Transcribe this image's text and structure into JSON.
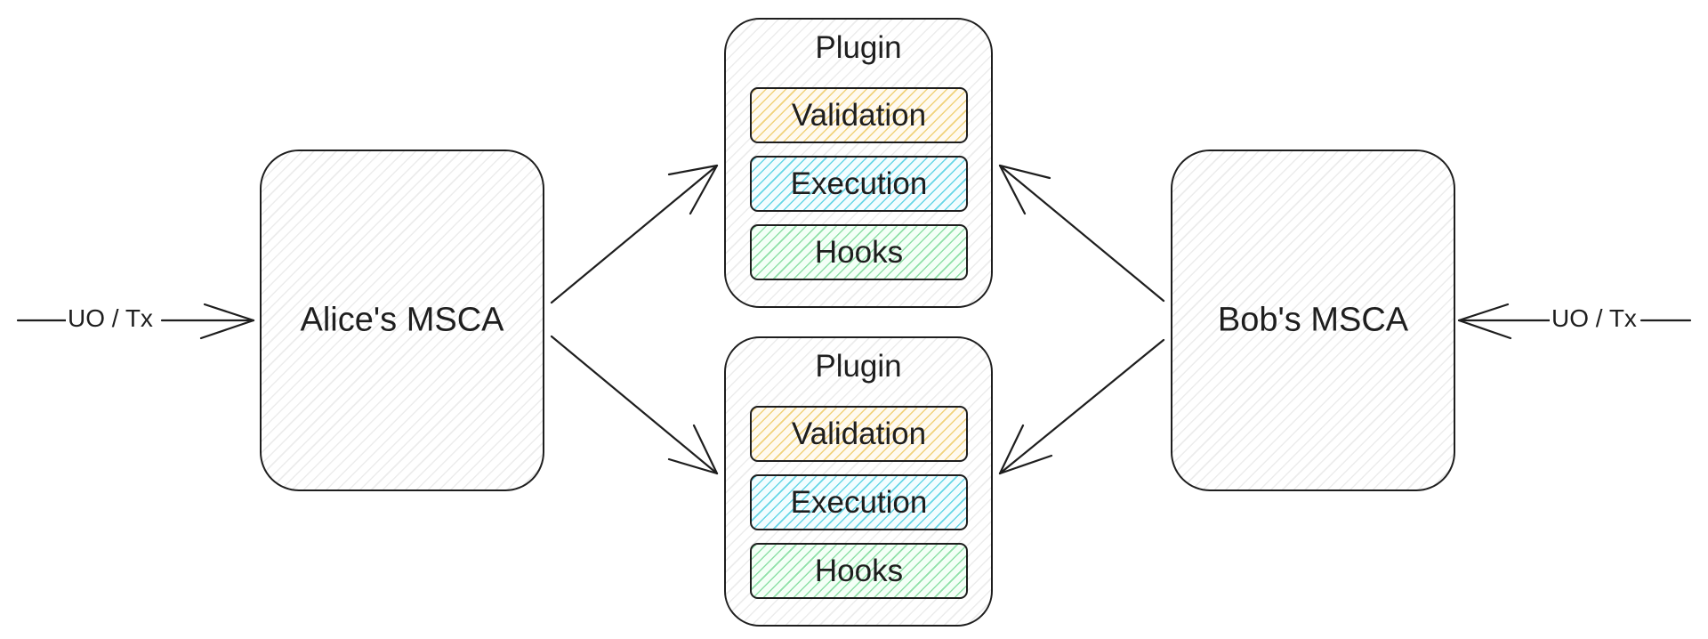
{
  "left_input_label": "UO / Tx",
  "right_input_label": "UO / Tx",
  "accounts": {
    "alice": "Alice's MSCA",
    "bob": "Bob's MSCA"
  },
  "plugins": [
    {
      "title": "Plugin",
      "modules": {
        "validation": "Validation",
        "execution": "Execution",
        "hooks": "Hooks"
      }
    },
    {
      "title": "Plugin",
      "modules": {
        "validation": "Validation",
        "execution": "Execution",
        "hooks": "Hooks"
      }
    }
  ],
  "colors": {
    "validation": "#f1d27a",
    "execution": "#66d6e6",
    "hooks": "#8fe0a8",
    "stroke": "#1e1e1e"
  }
}
